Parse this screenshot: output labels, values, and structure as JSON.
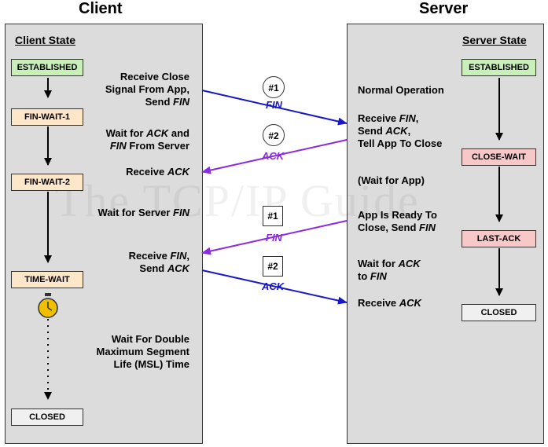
{
  "titles": {
    "client": "Client",
    "server": "Server"
  },
  "panels": {
    "client_state": "Client State",
    "server_state": "Server State"
  },
  "client_states": [
    "ESTABLISHED",
    "FIN-WAIT-1",
    "FIN-WAIT-2",
    "TIME-WAIT",
    "CLOSED"
  ],
  "server_states": [
    "ESTABLISHED",
    "CLOSE-WAIT",
    "LAST-ACK",
    "CLOSED"
  ],
  "client_labels": {
    "l1a": "Receive Close",
    "l1b": "Signal From App,",
    "l1c": "Send ",
    "l1d": "FIN",
    "l2a": "Wait for ",
    "l2b": "ACK",
    "l2c": " and",
    "l2d": "FIN",
    "l2e": " From Server",
    "l3a": "Receive ",
    "l3b": "ACK",
    "l4a": "Wait for Server ",
    "l4b": "FIN",
    "l5a": "Receive ",
    "l5b": "FIN",
    "l5c": ",",
    "l5d": "Send ",
    "l5e": "ACK",
    "l6a": "Wait For Double",
    "l6b": "Maximum Segment",
    "l6c": "Life (MSL) Time"
  },
  "server_labels": {
    "s1": "Normal Operation",
    "s2a": "Receive ",
    "s2b": "FIN",
    "s2c": ",",
    "s2d": "Send ",
    "s2e": "ACK",
    "s2f": ",",
    "s2g": "Tell App To Close",
    "s3": "(Wait for App)",
    "s4a": "App Is Ready To",
    "s4b": "Close, Send ",
    "s4c": "FIN",
    "s5a": "Wait for ",
    "s5b": "ACK",
    "s5c": "to ",
    "s5d": "FIN",
    "s6a": "Receive ",
    "s6b": "ACK"
  },
  "messages": [
    {
      "num": "#1",
      "name": "FIN"
    },
    {
      "num": "#2",
      "name": "ACK"
    },
    {
      "num": "#1",
      "name": "FIN"
    },
    {
      "num": "#2",
      "name": "ACK"
    }
  ],
  "watermark": "The TCP/IP Guide",
  "colors": {
    "fin_client": "#1818c8",
    "ack_server": "#8a2be2",
    "panel": "#dcdcdc",
    "timer": "#f0c000"
  }
}
